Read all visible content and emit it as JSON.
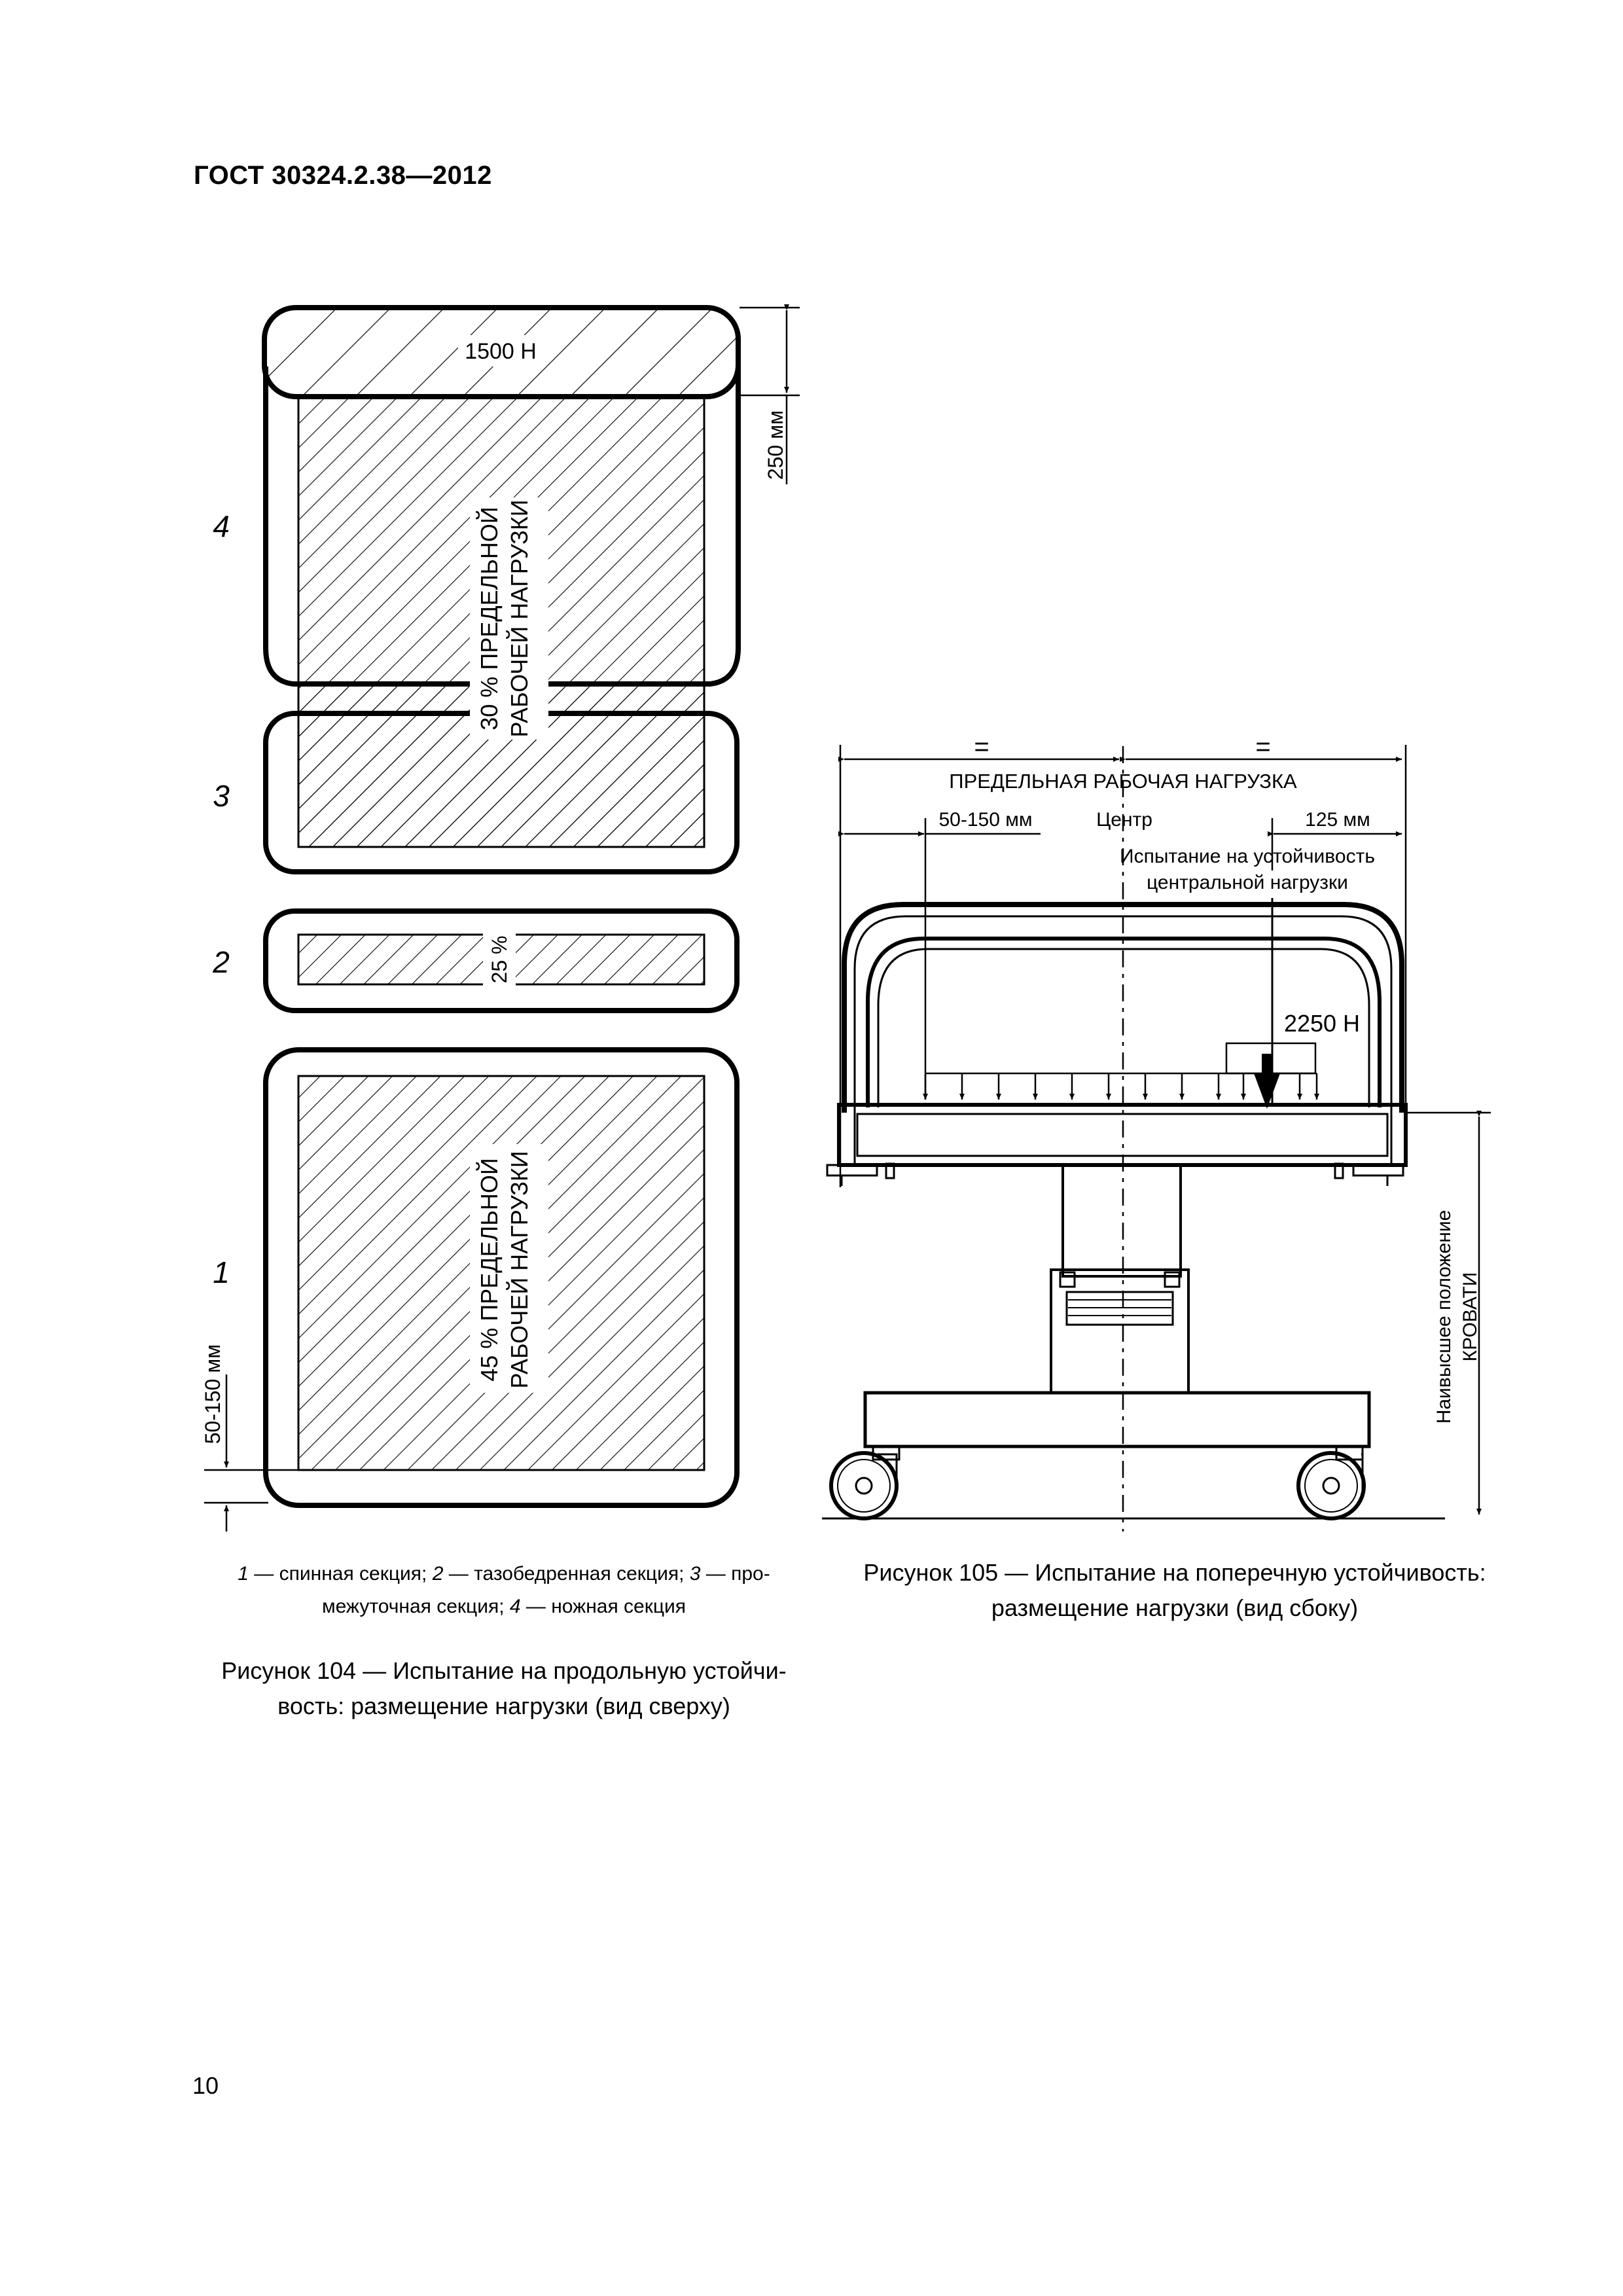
{
  "header": {
    "doc_id": "ГОСТ 30324.2.38—2012"
  },
  "figure104": {
    "load_head": "1500 Н",
    "dim_head": "250 мм",
    "dim_back_edge": "50-150 мм",
    "section4_line1": "30 % ПРЕДЕЛЬНОЙ",
    "section4_line2": "РАБОЧЕЙ НАГРУЗКИ",
    "section2_label": "25 %",
    "section1_line1": "45 % ПРЕДЕЛЬНОЙ",
    "section1_line2": "РАБОЧЕЙ НАГРУЗКИ",
    "numbers": [
      "1",
      "2",
      "3",
      "4"
    ],
    "legend": {
      "n1": "1",
      "t1": " — спинная секция; ",
      "n2": "2",
      "t2": " — тазобедренная секция; ",
      "n3": "3",
      "t3": " — про-",
      "t3b": "межуточная секция; ",
      "n4": "4",
      "t4": " — ножная секция"
    },
    "caption_line1": "Рисунок 104 — Испытание на продольную устойчи-",
    "caption_line2": "вость: размещение нагрузки (вид сверху)"
  },
  "figure105": {
    "eq_left": "=",
    "eq_right": "=",
    "limit_load": "ПРЕДЕЛЬНАЯ РАБОЧАЯ НАГРУЗКА",
    "dim_left": "50-150 мм",
    "center": "Центр",
    "dim_right": "125 мм",
    "test_line1": "Испытание на устойчивость",
    "test_line2": "центральной нагрузки",
    "load_value": "2250 Н",
    "height_line1": "Наивысшее положение",
    "height_line2": "КРОВАТИ",
    "caption_line1": "Рисунок 105 — Испытание на поперечную устойчивость:",
    "caption_line2": "размещение нагрузки (вид сбоку)"
  },
  "footer": {
    "page_number": "10"
  }
}
